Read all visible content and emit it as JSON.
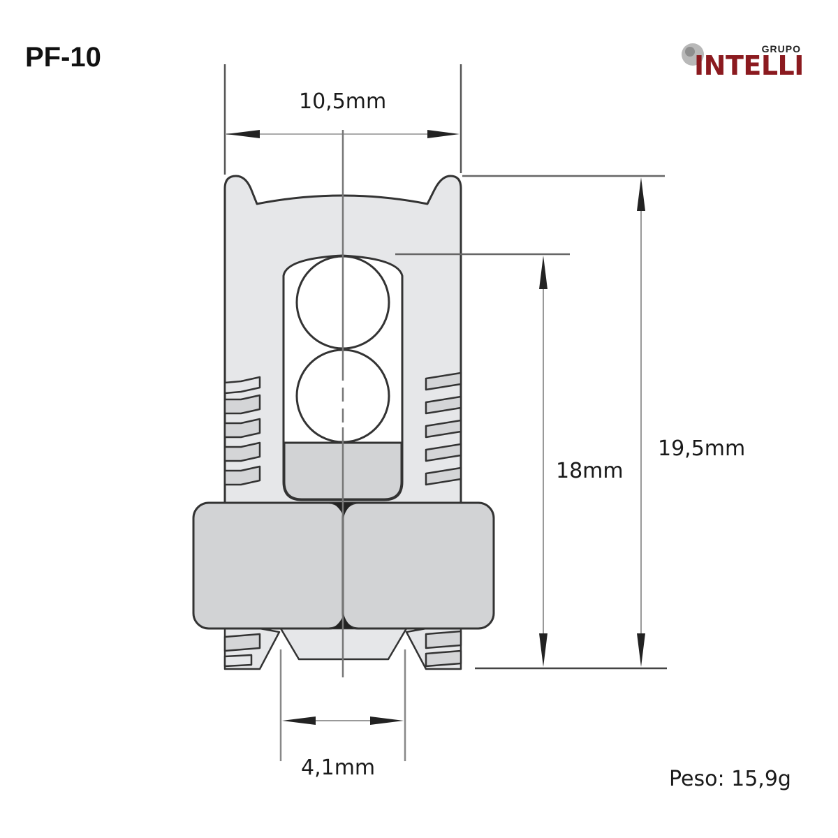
{
  "title": "PF-10",
  "brand": {
    "name": "INTELLI",
    "prefix": "GRUPO",
    "icon": "circle-logo-icon",
    "primary_color": "#8b1a1f",
    "secondary_color": "#222222"
  },
  "drawing": {
    "subject": "split bolt connector technical drawing",
    "part_fill": "#e6e7e9",
    "nut_fill": "#d2d3d5",
    "line_color": "#333333",
    "dimension_line_color": "#888888"
  },
  "dimensions": {
    "width_top": "10,5mm",
    "inner_height": "18mm",
    "total_height": "19,5mm",
    "bottom_opening": "4,1mm"
  },
  "weight": {
    "label": "Peso: 15,9g"
  }
}
